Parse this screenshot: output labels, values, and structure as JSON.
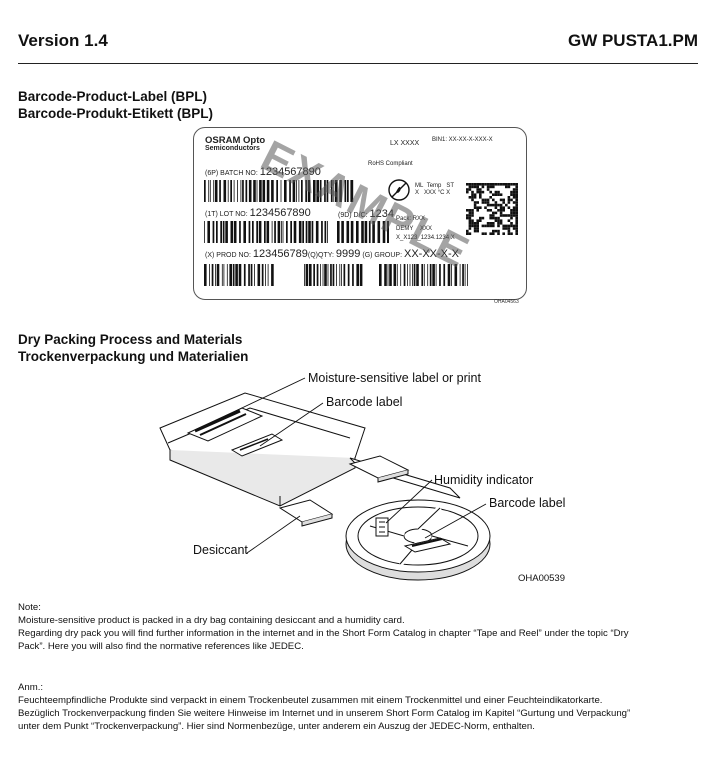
{
  "header": {
    "version": "Version 1.4",
    "product": "GW PUSTA1.PM"
  },
  "bpl_section": {
    "title_en": "Barcode-Product-Label (BPL)",
    "title_de": "Barcode-Produkt-Etikett (BPL)",
    "label": {
      "company_line1": "OSRAM Opto",
      "company_line2": "Semiconductors",
      "lx": "LX XXXX",
      "bin": "BIN1: XX-XX-X-XXX-X",
      "rohs": "RoHS Compliant",
      "batch_prefix": "(6P) BATCH NO:",
      "batch_value": "1234567890",
      "lot_prefix": "(1T) LOT NO:",
      "lot_value": "1234567890",
      "dc_prefix": "(9D) D/C:",
      "dc_value": "1234",
      "ml": "ML",
      "ml_val": "X",
      "temp": "Temp",
      "temp_val": "XXX °C",
      "st": "ST",
      "st_val": "X",
      "pack": "Pack: RXX",
      "demy": "DEMY",
      "demy_val": "XXX",
      "demy_code": "X_X123_1234.1234 X",
      "prod_prefix": "(X) PROD NO:",
      "prod_value": "123456789",
      "qty_prefix": "(Q)QTY:",
      "qty_value": "9999",
      "group_prefix": "(G) GROUP:",
      "group_value": "XX-XX-X-X",
      "watermark": "EXAMPLE"
    },
    "figure_code": "OHA04563"
  },
  "dry_section": {
    "title_en": "Dry Packing Process and Materials",
    "title_de": "Trockenverpackung und Materialien",
    "callouts": {
      "moisture": "Moisture-sensitive label or print",
      "barcode1": "Barcode label",
      "humidity": "Humidity indicator",
      "barcode2": "Barcode label",
      "desiccant": "Desiccant"
    },
    "figure_code": "OHA00539"
  },
  "notes": {
    "note_title": "Note:",
    "note_line1": "Moisture-sensitive product is packed in a dry bag containing desiccant and a humidity card.",
    "note_line2": "Regarding dry pack you will find further information in the internet and in the Short Form Catalog in chapter “Tape and Reel” under the topic “Dry",
    "note_line3": "Pack”. Here you will also find the normative references like JEDEC.",
    "anm_title": "Anm.:",
    "anm_line1": "Feuchteempfindliche Produkte sind verpackt in einem Trockenbeutel zusammen mit einem Trockenmittel und einer Feuchteindikatorkarte.",
    "anm_line2": "Bezüglich Trockenverpackung finden Sie weitere Hinweise im Internet und in unserem Short Form Catalog im Kapitel “Gurtung und Verpackung”",
    "anm_line3": "unter dem Punkt “Trockenverpackung”. Hier sind Normenbezüge, unter anderem ein Auszug der JEDEC-Norm, enthalten."
  }
}
